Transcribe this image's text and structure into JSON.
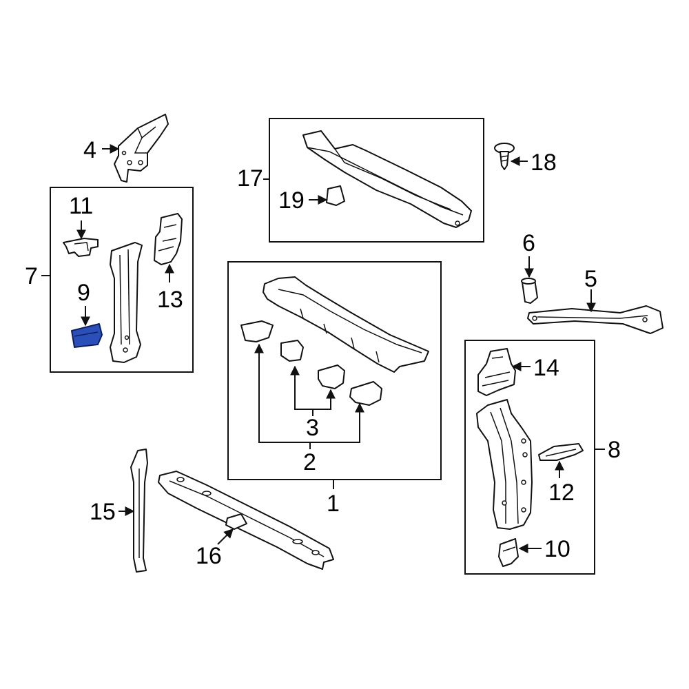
{
  "diagram": {
    "highlight_color": "#2b4fb8",
    "callouts": {
      "c1": "1",
      "c2": "2",
      "c3": "3",
      "c4": "4",
      "c5": "5",
      "c6": "6",
      "c7": "7",
      "c8": "8",
      "c9": "9",
      "c10": "10",
      "c11": "11",
      "c12": "12",
      "c13": "13",
      "c14": "14",
      "c15": "15",
      "c16": "16",
      "c17": "17",
      "c18": "18",
      "c19": "19"
    }
  }
}
